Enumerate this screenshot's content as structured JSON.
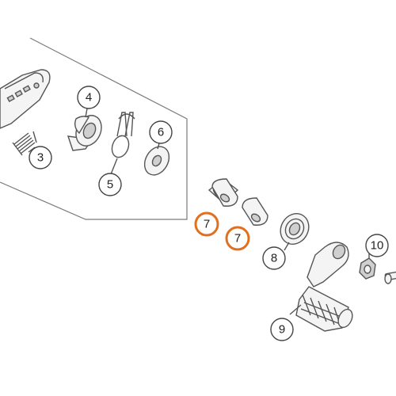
{
  "highlight_color": "#e07020",
  "callouts": [
    {
      "id": "c3",
      "label": "3",
      "highlight": false
    },
    {
      "id": "c4",
      "label": "4",
      "highlight": false
    },
    {
      "id": "c5",
      "label": "5",
      "highlight": false
    },
    {
      "id": "c6",
      "label": "6",
      "highlight": false
    },
    {
      "id": "c7a",
      "label": "7",
      "highlight": true
    },
    {
      "id": "c7b",
      "label": "7",
      "highlight": true
    },
    {
      "id": "c8",
      "label": "8",
      "highlight": false
    },
    {
      "id": "c9",
      "label": "9",
      "highlight": false
    },
    {
      "id": "c10",
      "label": "10",
      "highlight": false
    }
  ]
}
